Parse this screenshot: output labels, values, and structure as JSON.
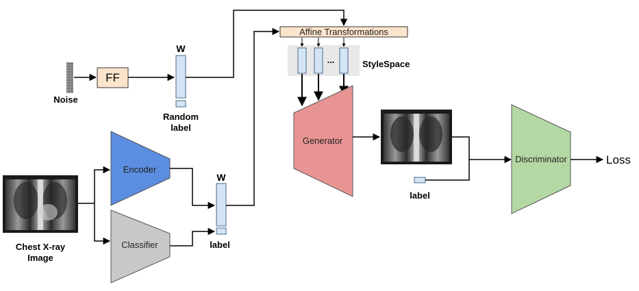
{
  "labels": {
    "noise": "Noise",
    "ff": "FF",
    "w_top": "W",
    "random": "Random",
    "label_word": "label",
    "affine": "Affine Transformations",
    "dots": "...",
    "stylespace": "StyleSpace",
    "generator": "Generator",
    "discriminator": "Discriminator",
    "loss": "Loss",
    "encoder": "Encoder",
    "classifier": "Classifier",
    "w_bottom": "W",
    "label_bottom": "label",
    "label_disc": "label",
    "chest_line1": "Chest X-ray",
    "chest_line2": "Image"
  },
  "colors": {
    "ff_fill": "#fce4cc",
    "affine_fill": "#fce4cc",
    "latent_fill": "#d4e4f4",
    "latent_stroke": "#4a6a8a",
    "generator_fill": "#e89494",
    "discriminator_fill": "#b4d8a4",
    "encoder_fill": "#5b8de0",
    "classifier_fill": "#c8c8c8",
    "stylespace_bg": "#e8e8e8",
    "noise_fill": "#8a8a8a"
  },
  "icons": {
    "chest_xray_input": "chest-xray-image",
    "chest_xray_generated": "chest-xray-image",
    "noise_patch": "noise-patch"
  }
}
